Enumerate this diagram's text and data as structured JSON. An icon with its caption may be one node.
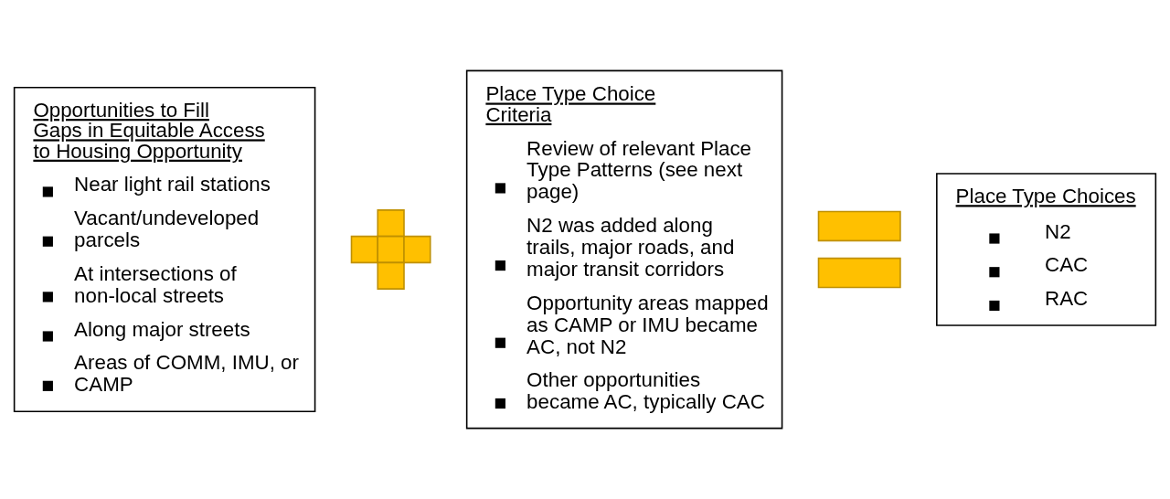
{
  "diagram": {
    "nodes": [
      {
        "text": [
          "Opportunities to Fill Gaps in Equitable Access to Housing Opportunity",
          "Near light rail stations",
          "Vacant/undeveloped parcels",
          "At intersections of non-local streets",
          "Along major streets",
          "Areas of COMM, IMU, or CAMP"
        ]
      },
      {
        "text": [],
        "shape": "plus"
      },
      {
        "text": [
          "Place Type Choice Criteria",
          "Review of relevant Place Type Patterns (see next page)",
          "N2 was added along trails, major roads, and major transit corridors",
          "Opportunity areas mapped as CAMP or IMU became AC, not N2",
          "Other opportunities became AC, typically CAC"
        ]
      },
      {
        "text": [],
        "shape": "equals"
      },
      {
        "text": [
          "Place Type Choices",
          "N2",
          "CAC",
          "RAC"
        ]
      }
    ],
    "edges": []
  }
}
